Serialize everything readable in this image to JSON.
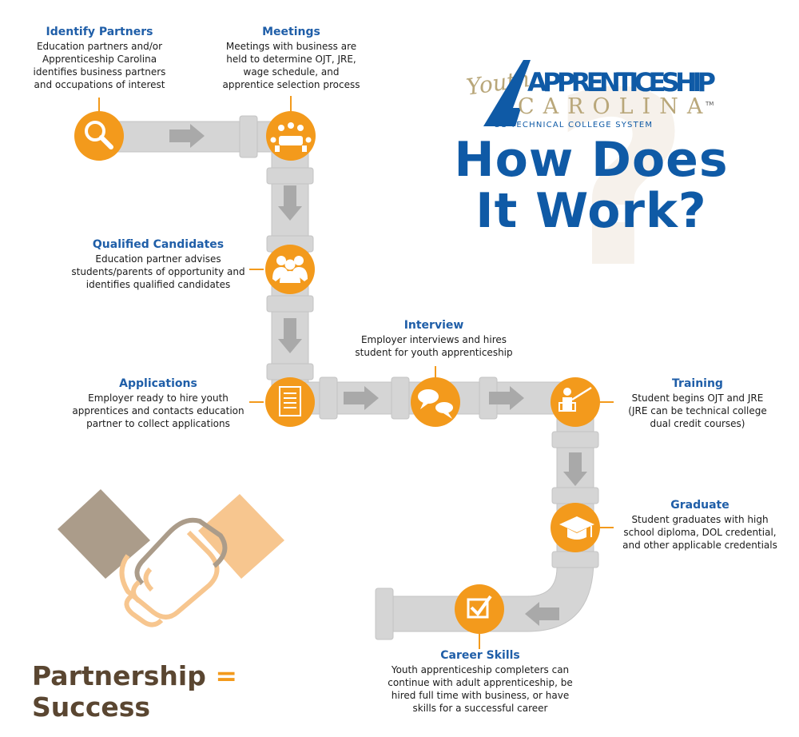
{
  "logo": {
    "script_word": "Youth",
    "wordmark": "APPRENTICESHIP",
    "state": "CAROLINA",
    "tm": "TM",
    "subtitle": "SC TECHNICAL COLLEGE SYSTEM"
  },
  "title": {
    "line1": "How Does",
    "line2": "It Work?"
  },
  "steps": [
    {
      "heading": "Identify Partners",
      "lines": [
        "Education partners and/or",
        "Apprenticeship Carolina",
        "identifies business partners",
        "and occupations of interest"
      ],
      "icon": "magnifier-icon"
    },
    {
      "heading": "Meetings",
      "lines": [
        "Meetings with business are",
        "held to determine OJT, JRE,",
        "wage schedule, and",
        "apprentice selection process"
      ],
      "icon": "meeting-table-icon"
    },
    {
      "heading": "Qualified Candidates",
      "lines": [
        "Education partner advises",
        "students/parents of opportunity and",
        "identifies qualified candidates"
      ],
      "icon": "group-people-icon"
    },
    {
      "heading": "Applications",
      "lines": [
        "Employer ready to hire youth",
        "apprentices and contacts education",
        "partner to collect applications"
      ],
      "icon": "application-document-icon"
    },
    {
      "heading": "Interview",
      "lines": [
        "Employer interviews and hires",
        "student for youth apprenticeship"
      ],
      "icon": "speech-bubbles-icon"
    },
    {
      "heading": "Training",
      "lines": [
        "Student begins OJT and JRE",
        "(JRE can be technical college",
        "dual credit courses)"
      ],
      "icon": "teacher-board-icon"
    },
    {
      "heading": "Graduate",
      "lines": [
        "Student graduates with high",
        "school diploma, DOL credential,",
        "and other applicable credentials"
      ],
      "icon": "graduation-cap-icon"
    },
    {
      "heading": "Career Skills",
      "lines": [
        "Youth apprenticeship completers can",
        "continue with adult apprenticeship, be",
        "hired full time with business, or have",
        "skills for a successful career"
      ],
      "icon": "checkbox-icon"
    }
  ],
  "tagline": {
    "left": "Partnership",
    "eq": "=",
    "right": "Success"
  },
  "colors": {
    "blue": "#0f5aa6",
    "heading_blue": "#1f5ea8",
    "orange": "#f39a1c",
    "pipe": "#d3d3d3",
    "brown": "#5a4631",
    "tan": "#ab9c8a",
    "peach": "#f7c68f",
    "gold": "#b9a77a"
  }
}
